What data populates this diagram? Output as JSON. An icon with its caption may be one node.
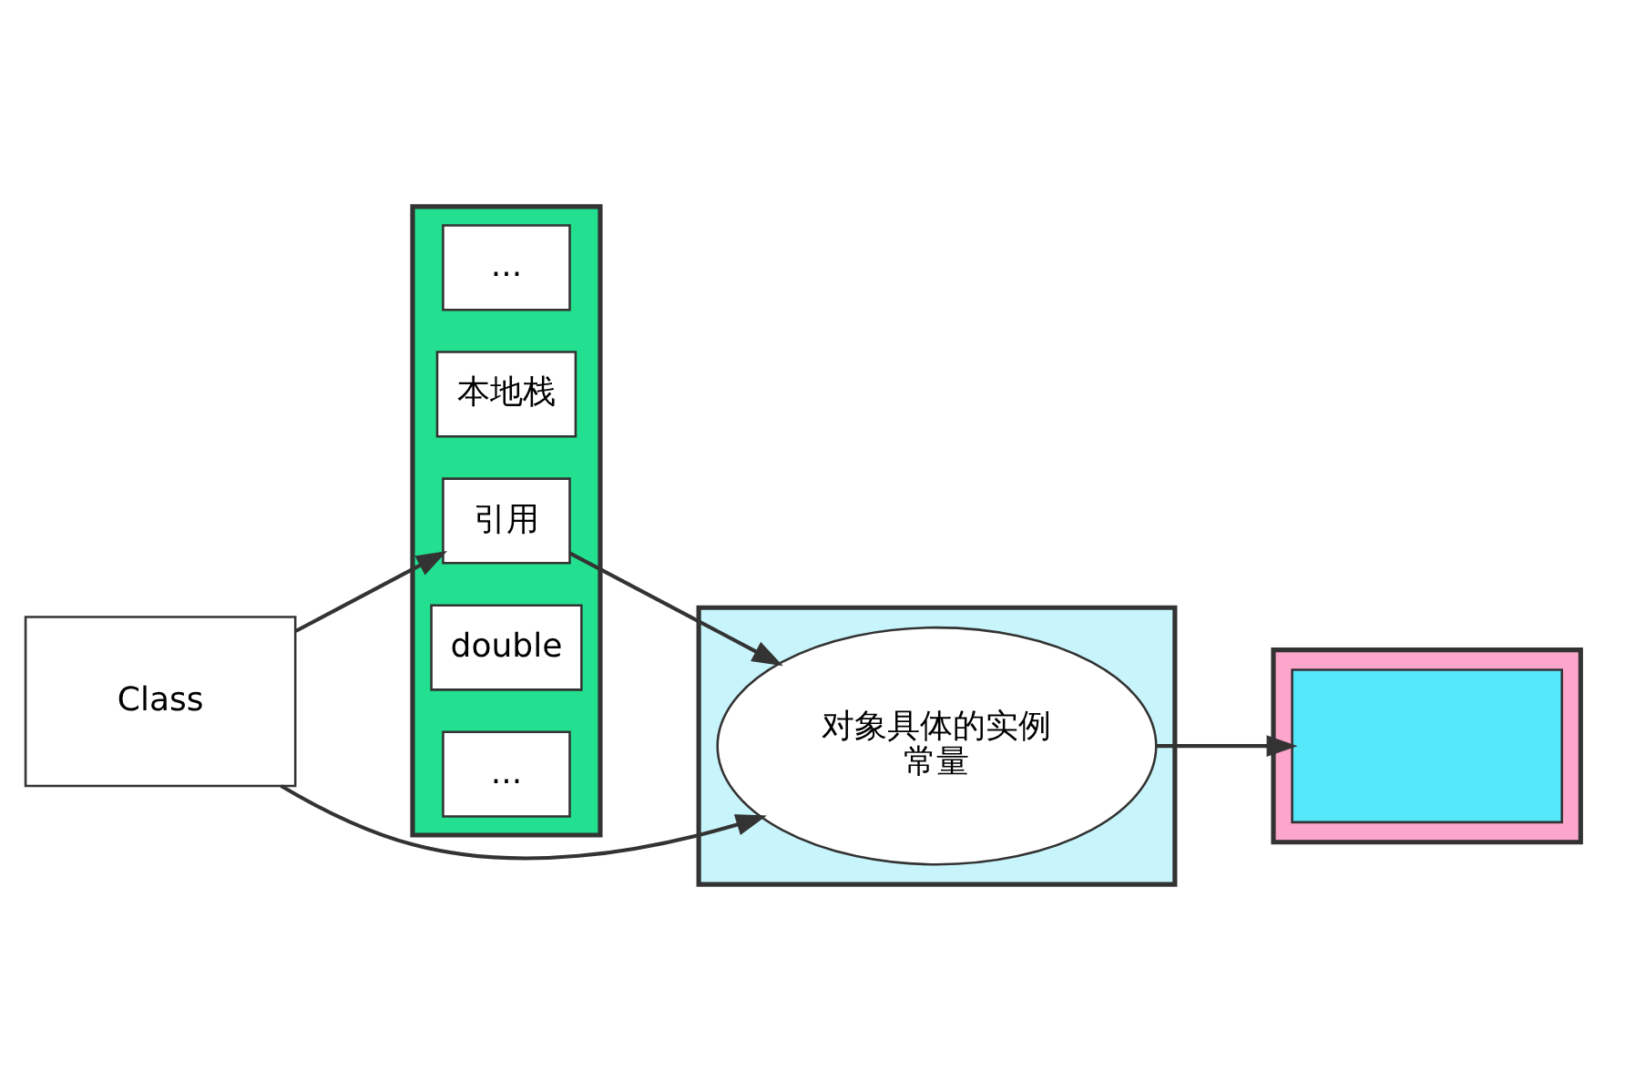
{
  "diagram": {
    "nodes": [
      {
        "text": [],
        "shape": "box"
      },
      {
        "text": [
          "..."
        ],
        "in": 0
      },
      {
        "text": [
          "本地栈"
        ],
        "in": 0
      },
      {
        "text": [
          "引用"
        ],
        "in": 0
      },
      {
        "text": [
          "double"
        ],
        "in": 0
      },
      {
        "text": [
          "..."
        ],
        "in": 0
      },
      {
        "text": [],
        "shape": "box"
      },
      {
        "text": [
          "对象具体的实例",
          "常量"
        ],
        "in": 6
      },
      {
        "text": [],
        "shape": "box"
      },
      {
        "text": [],
        "shape": "box",
        "in": 8
      },
      {
        "text": [
          "Class"
        ]
      }
    ],
    "edges": [
      {
        "from": 3,
        "to": 7,
        "arrow": "to"
      },
      {
        "from": 7,
        "to": 9,
        "arrow": "to"
      },
      {
        "from": 10,
        "to": 3,
        "arrow": "to"
      },
      {
        "from": 10,
        "to": 7,
        "arrow": "to"
      }
    ]
  }
}
